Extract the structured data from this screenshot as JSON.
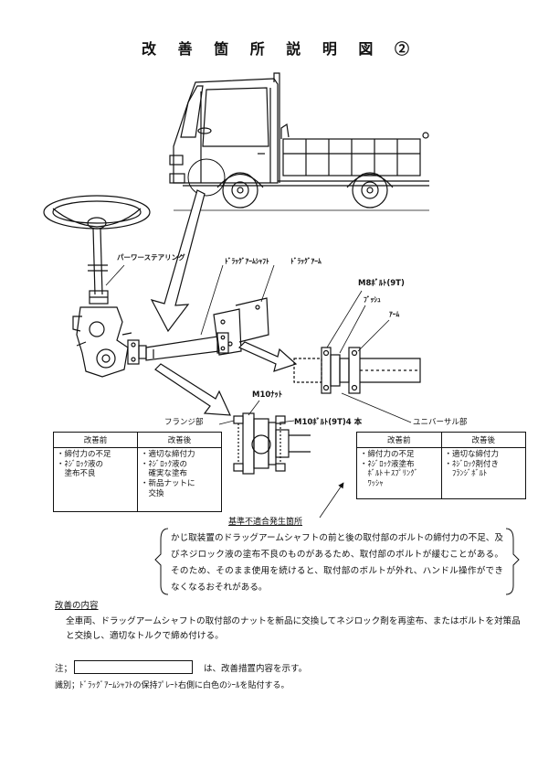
{
  "title": "改 善 箇 所 説 明 図 ②",
  "labels": {
    "power_steering": "パーワーステアリング",
    "drag_arm_shaft": "ﾄﾞﾗｯｸﾞｱｰﾑｼｬﾌﾄ",
    "drag_arm": "ﾄﾞﾗｯｸﾞｱｰﾑ",
    "m8_bolt": "M8ﾎﾞﾙﾄ(9T)",
    "bush": "ﾌﾞｯｼｭ",
    "arm": "ｱｰﾑ",
    "m10_nut": "M10ﾅｯﾄ",
    "flange": "フランジ部",
    "m10_bolt": "M10ﾎﾞﾙﾄ(9T)4 本",
    "universal": "ユニバーサル部"
  },
  "left_table": {
    "before_header": "改善前",
    "after_header": "改善後",
    "before_items": [
      "・締付力の不足",
      "・ﾈｼﾞﾛｯｸ液の",
      "　塗布不良"
    ],
    "after_items": [
      "・適切な締付力",
      "・ﾈｼﾞﾛｯｸ液の",
      "　確実な塗布",
      "・新品ナットに",
      "　交換"
    ]
  },
  "right_table": {
    "before_header": "改善前",
    "after_header": "改善後",
    "before_items": [
      "・締付力の不足",
      "・ﾈｼﾞﾛｯｸ液塗布",
      "　ﾎﾞﾙﾄ＋ｽﾌﾟﾘﾝｸﾞ",
      "　ﾜｯｼｬ"
    ],
    "after_items": [
      "・適切な締付力",
      "・ﾈｼﾞﾛｯｸ剤付き",
      "　ﾌﾗﾝｼﾞﾎﾞﾙﾄ"
    ]
  },
  "nonconformity_label": "基準不適合発生箇所",
  "nonconformity_text": "かじ取装置のドラッグアームシャフトの前と後の取付部のボルトの締付力の不足、及びネジロック液の塗布不良のものがあるため、取付部のボルトが緩むことがある。そのため、そのまま使用を続けると、取付部のボルトが外れ、ハンドル操作ができなくなるおそれがある。",
  "improvement_title": "改善の内容",
  "improvement_text": "全車両、ドラッグアームシャフトの取付部のナットを新品に交換してネジロック剤を再塗布、またはボルトを対策品と交換し、適切なトルクで締め付ける。",
  "note_prefix": "注；",
  "note_suffix": "は、改善措置内容を示す。",
  "identification": "識別；ﾄﾞﾗｯｸﾞｱｰﾑｼｬﾌﾄの保持ﾌﾟﾚｰﾄ右側に白色のｼｰﾙを貼付する。"
}
